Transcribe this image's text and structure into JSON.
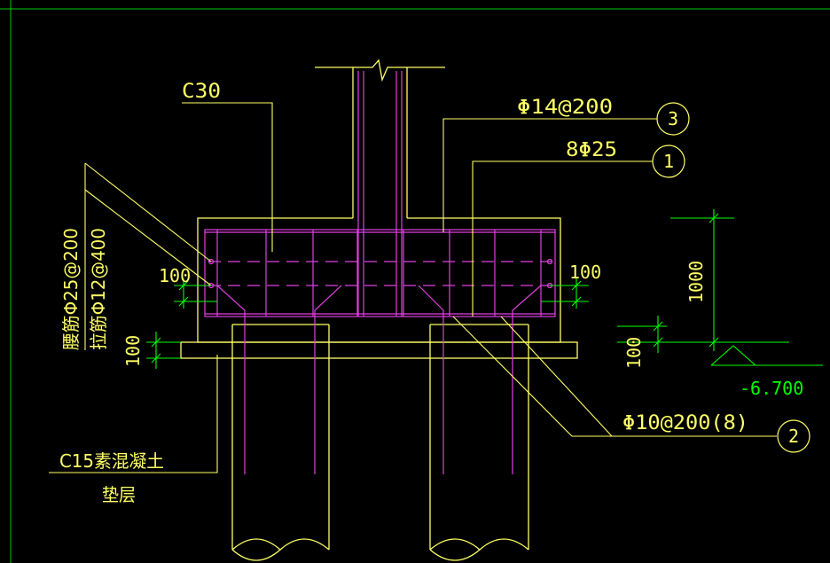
{
  "colors": {
    "background": "#000000",
    "outline": "#ffff66",
    "rebar": "#e040e0",
    "dimension": "#00ff00",
    "label": "#ffff66",
    "elevation_text": "#00ff00",
    "frame": "#00cc00"
  },
  "labels": {
    "concrete_grade": "C30",
    "top_rebar": "Φ14@200",
    "column_rebar": "8Φ25",
    "stirrup": "Φ10@200(8)",
    "waist_rebar": "腰筋Φ25@200",
    "tie_rebar": "拉筋Φ12@400",
    "cushion_material": "C15素混凝土",
    "cushion_name": "垫层"
  },
  "callouts": {
    "c1": "1",
    "c2": "2",
    "c3": "3"
  },
  "dimensions": {
    "cover_left": "100",
    "cover_right": "100",
    "cushion_thickness": "100",
    "cap_height": "1000",
    "elev_offset": "100",
    "elevation": "-6.700"
  }
}
